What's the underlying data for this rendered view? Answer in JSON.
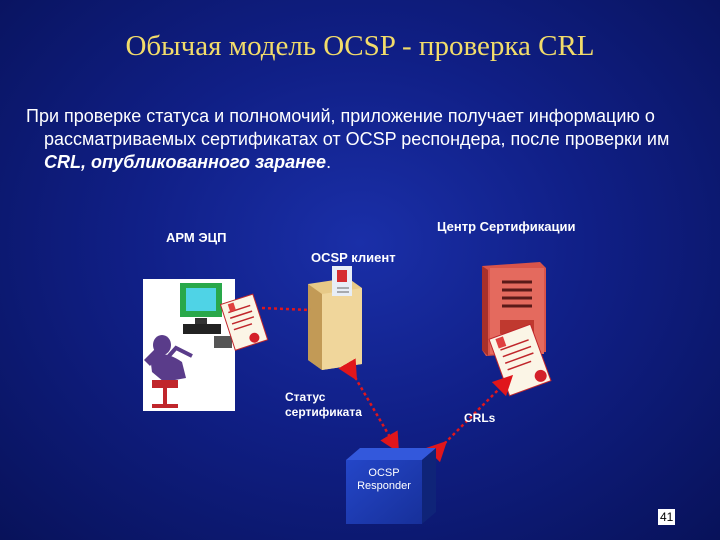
{
  "slide": {
    "title": "Обычая модель OCSP - проверка CRL",
    "paragraph_plain": "При проверке статуса и полномочий, приложение получает информацию о рассматриваемых  сертификатах от OCSP респондера, после проверки им ",
    "paragraph_emph": "CRL, опубликованного заранее",
    "paragraph_end": ".",
    "page_number": "41"
  },
  "labels": {
    "arm": "АРМ ЭЦП",
    "ca": "Центр Сертификации",
    "ocsp_client": "OCSP клиент",
    "status_line1": "Статус",
    "status_line2": "сертификата",
    "crls": "CRLs",
    "responder_line1": "OCSP",
    "responder_line2": "Responder"
  },
  "colors": {
    "title": "#f2dc6a",
    "arrow": "#e0161b",
    "responder": "#1f3ab8"
  }
}
